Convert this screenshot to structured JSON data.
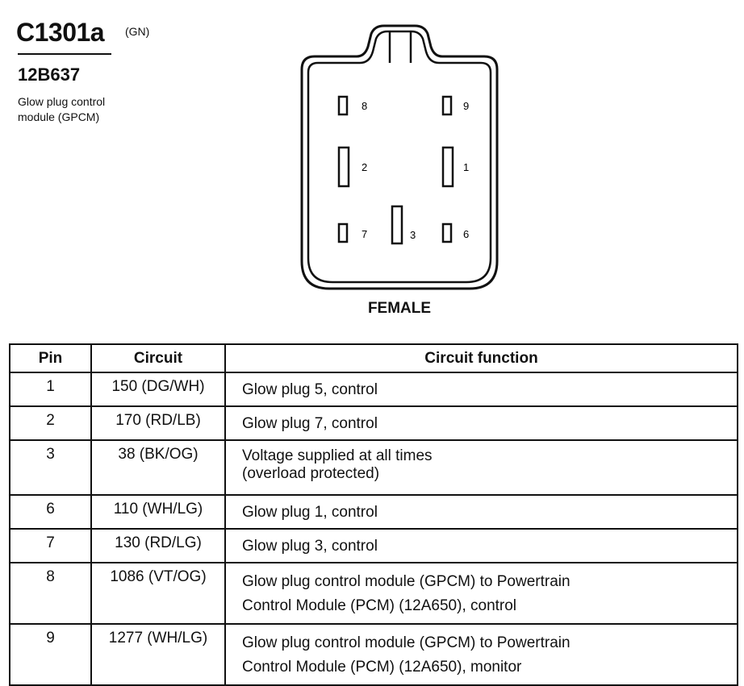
{
  "header": {
    "connector_id": "C1301a",
    "color_code": "(GN)",
    "part_number": "12B637",
    "component_line1": "Glow plug control",
    "component_line2": "module (GPCM)"
  },
  "connector": {
    "gender": "FEMALE",
    "pin_labels": [
      "8",
      "9",
      "2",
      "1",
      "7",
      "3",
      "6"
    ]
  },
  "table": {
    "headers": {
      "pin": "Pin",
      "circuit": "Circuit",
      "function": "Circuit function"
    },
    "rows": [
      {
        "pin": "1",
        "circuit": "150 (DG/WH)",
        "function": [
          "Glow plug 5, control"
        ]
      },
      {
        "pin": "2",
        "circuit": "170 (RD/LB)",
        "function": [
          "Glow plug 7, control"
        ]
      },
      {
        "pin": "3",
        "circuit": "38 (BK/OG)",
        "function": [
          "Voltage supplied at all times",
          "(overload protected)"
        ]
      },
      {
        "pin": "6",
        "circuit": "110 (WH/LG)",
        "function": [
          "Glow plug 1, control"
        ]
      },
      {
        "pin": "7",
        "circuit": "130 (RD/LG)",
        "function": [
          "Glow plug 3, control"
        ]
      },
      {
        "pin": "8",
        "circuit": "1086 (VT/OG)",
        "function": [
          "Glow plug control module (GPCM) to Powertrain",
          "Control Module (PCM) (12A650), control"
        ]
      },
      {
        "pin": "9",
        "circuit": "1277 (WH/LG)",
        "function": [
          "Glow plug control module (GPCM) to Powertrain",
          "Control Module (PCM) (12A650), monitor"
        ]
      }
    ]
  }
}
